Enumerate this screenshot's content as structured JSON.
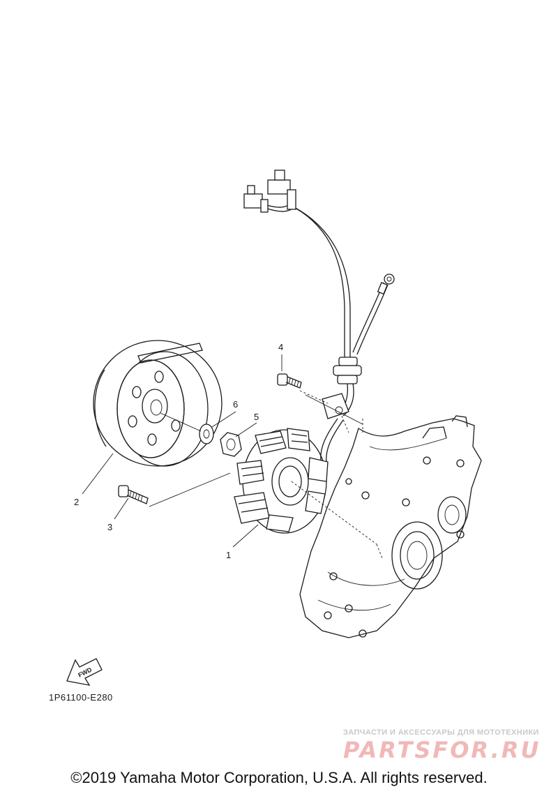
{
  "callouts": {
    "c1": "1",
    "c2": "2",
    "c3": "3",
    "c4": "4",
    "c5": "5",
    "c6": "6"
  },
  "fwd_label": "FWD",
  "diagram_code": "1P61100-E280",
  "watermark": {
    "tagline": "ЗАПЧАСТИ И АКСЕССУАРЫ ДЛЯ МОТОТЕХНИКИ",
    "logo": "PARTSFOR.RU"
  },
  "copyright": "©2019 Yamaha Motor Corporation, U.S.A. All rights reserved."
}
